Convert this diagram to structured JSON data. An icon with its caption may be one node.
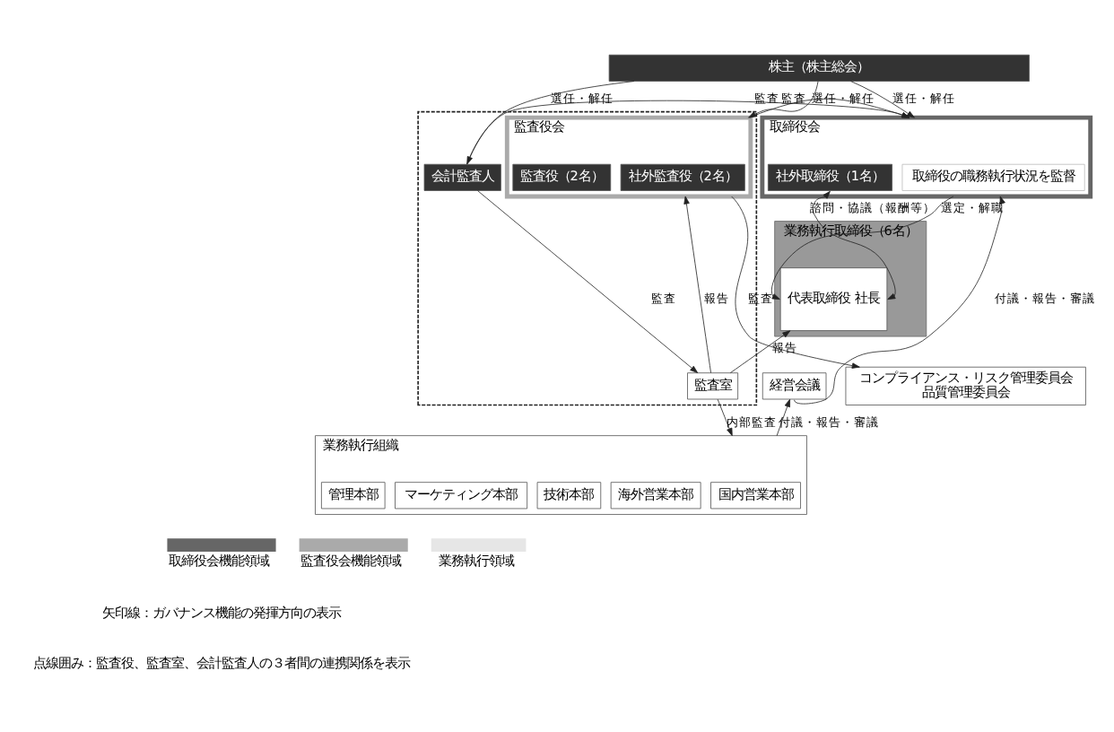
{
  "diagram": {
    "nodes": [
      {
        "text": [
          "株主（株主総会）"
        ]
      },
      {
        "text": [
          "取締役会"
        ]
      },
      {
        "text": [
          "取締役の職務執行状況を監督"
        ],
        "in": 1
      },
      {
        "text": [
          "社外取締役（1名）"
        ],
        "in": 1
      },
      {
        "text": [
          "業務執行取締役（6名）"
        ]
      },
      {
        "text": [
          "代表取締役 社長"
        ],
        "in": 4
      },
      {
        "text": [],
        "shape": "box"
      },
      {
        "text": [
          "監査役会"
        ],
        "in": 6
      },
      {
        "text": [
          "社外監査役（2名）"
        ],
        "in": 7
      },
      {
        "text": [
          "監査役（2名）"
        ],
        "in": 7
      },
      {
        "text": [
          "会計監査人"
        ],
        "in": 6
      },
      {
        "text": [
          "経営会議"
        ]
      },
      {
        "text": [
          "コンプライアンス・リスク管理委員会",
          "品質管理委員会"
        ]
      },
      {
        "text": [
          "監査室"
        ],
        "in": 6
      },
      {
        "text": [
          "業務執行組織"
        ]
      },
      {
        "text": [
          "国内営業本部"
        ],
        "in": 14
      },
      {
        "text": [
          "海外営業本部"
        ],
        "in": 14
      },
      {
        "text": [
          "技術本部"
        ],
        "in": 14
      },
      {
        "text": [
          "マーケティング本部"
        ],
        "in": 14
      },
      {
        "text": [
          "管理本部"
        ],
        "in": 14
      }
    ],
    "edges": [
      {
        "from": 0,
        "to": 1,
        "arrow": "to",
        "label": "選任・解任"
      },
      {
        "from": 0,
        "to": 7,
        "arrow": "to",
        "label": "選任・解任"
      },
      {
        "from": 0,
        "to": 10,
        "arrow": "to",
        "label": "選任・解任"
      },
      {
        "from": 7,
        "to": 1,
        "arrow": "to",
        "label": "監査"
      },
      {
        "from": 10,
        "to": 1,
        "arrow": "to",
        "label": "監査"
      },
      {
        "from": 3,
        "to": 5,
        "arrow": "both",
        "label": "諮問・協議（報酬等）"
      },
      {
        "from": 1,
        "to": 5,
        "arrow": "to",
        "label": "選定・解職"
      },
      {
        "from": 11,
        "to": 1,
        "arrow": "to",
        "label": "付議・報告・審議"
      },
      {
        "from": 13,
        "to": 7,
        "arrow": "to",
        "label": "報告"
      },
      {
        "from": 13,
        "to": 5,
        "arrow": "to",
        "label": "報告"
      },
      {
        "from": 7,
        "to": 12,
        "arrow": "to",
        "label": "監査"
      },
      {
        "from": 10,
        "to": 13,
        "arrow": "to",
        "label": "監査"
      },
      {
        "from": 13,
        "to": 14,
        "arrow": "to",
        "label": "内部監査"
      },
      {
        "from": 14,
        "to": 11,
        "arrow": "to",
        "label": "付議・報告・審議"
      }
    ],
    "labels": [
      "矢印線：ガバナンス機能の発揮方向の表示",
      "点線囲み：監査役、監査室、会計監査人の３者間の連携関係を表示"
    ],
    "legend": [
      {
        "text": "取締役会機能領域",
        "color": "#666666"
      },
      {
        "text": "監査役会機能領域",
        "color": "#aaaaaa"
      },
      {
        "text": "業務執行領域",
        "color": "#e6e6e6"
      }
    ]
  }
}
